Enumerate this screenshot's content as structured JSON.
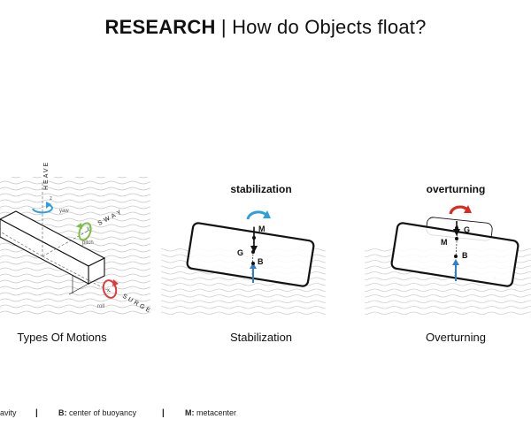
{
  "header": {
    "title_bold": "RESEARCH",
    "separator": "|",
    "title_rest": "How do Objects float?"
  },
  "panels": [
    {
      "caption": "Types Of Motions",
      "labels": {
        "heave": "HEAVE",
        "sway": "SWAY",
        "surge": "SURGE",
        "z": "z",
        "yaw": "yaw",
        "y": "y",
        "pitch": "pitch",
        "x": "x",
        "roll": "roll"
      }
    },
    {
      "caption": "Stabilization",
      "heading": "stabilization",
      "points": {
        "m": "M",
        "g": "G",
        "b": "B"
      }
    },
    {
      "caption": "Overturning",
      "heading": "overturning",
      "points": {
        "m": "M",
        "g": "G",
        "b": "B"
      }
    }
  ],
  "legend": {
    "gravity_text": "avity",
    "pipe": "|",
    "buoyancy_key": "B:",
    "buoyancy_text": "center of buoyancy",
    "meta_key": "M:",
    "meta_text": "metacenter"
  },
  "colors": {
    "heave_arrow": "#2f9fd8",
    "sway_arrow": "#7bc043",
    "surge_arrow": "#e03a3a",
    "stabilization_arrow": "#2f9fd8",
    "overturning_arrow": "#d82c20",
    "buoyancy_arrow": "#2f80c9",
    "waves": "#c8c8c8"
  }
}
